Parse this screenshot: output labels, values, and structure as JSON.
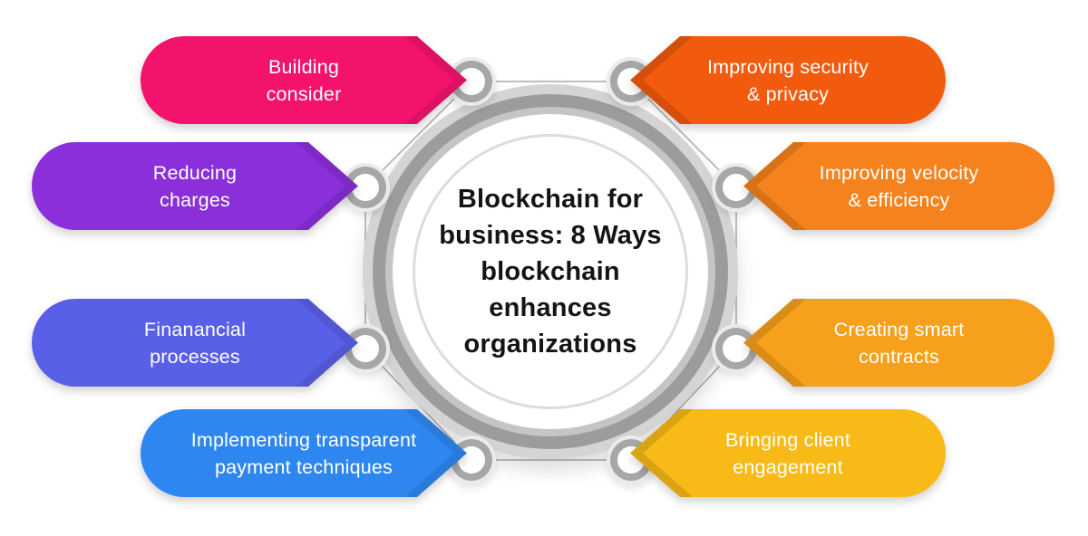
{
  "title": {
    "full": "Blockchain for business: 8 Ways blockchain enhances organizations",
    "lines": [
      "Blockchain for",
      "business: 8 Ways",
      "blockchain",
      "enhances",
      "organizations"
    ]
  },
  "items": [
    {
      "id": "building-consider",
      "label": "Building consider",
      "lines": [
        "Building",
        "consider"
      ],
      "color": "#F3136C",
      "side": "left"
    },
    {
      "id": "reducing-charges",
      "label": "Reducing charges",
      "lines": [
        "Reducing",
        "charges"
      ],
      "color": "#8A2FD9",
      "side": "left"
    },
    {
      "id": "financial-processes",
      "label": "Finanancial processes",
      "lines": [
        "Finanancial",
        "processes"
      ],
      "color": "#5A5FE8",
      "side": "left"
    },
    {
      "id": "implementing-transparent-payment",
      "label": "Implementing transparent payment techniques",
      "lines": [
        "Implementing transparent",
        "payment techniques"
      ],
      "color": "#2E87F0",
      "side": "left"
    },
    {
      "id": "improving-security-privacy",
      "label": "Improving security & privacy",
      "lines": [
        "Improving security",
        "& privacy"
      ],
      "color": "#F25A0D",
      "side": "right"
    },
    {
      "id": "improving-velocity-efficiency",
      "label": "Improving velocity & efficiency",
      "lines": [
        "Improving velocity",
        "& efficiency"
      ],
      "color": "#F6821D",
      "side": "right"
    },
    {
      "id": "creating-smart-contracts",
      "label": "Creating smart contracts",
      "lines": [
        "Creating smart",
        "contracts"
      ],
      "color": "#F7A01B",
      "side": "right"
    },
    {
      "id": "bringing-client-engagement",
      "label": "Bringing client engagement",
      "lines": [
        "Bringing client",
        "engagement"
      ],
      "color": "#F7BA17",
      "side": "right"
    }
  ],
  "styles": {
    "background": "#ffffff",
    "title_color": "#141414",
    "label_text_color": "#ffffff",
    "ring_outer": "#d4d4d4",
    "ring_mid": "#9c9c9c",
    "ring_inner": "#c5c5c5",
    "ring_thin": "#dcdcdc",
    "node_ring": "#a7a7a7",
    "connector_line": "#ababab"
  }
}
